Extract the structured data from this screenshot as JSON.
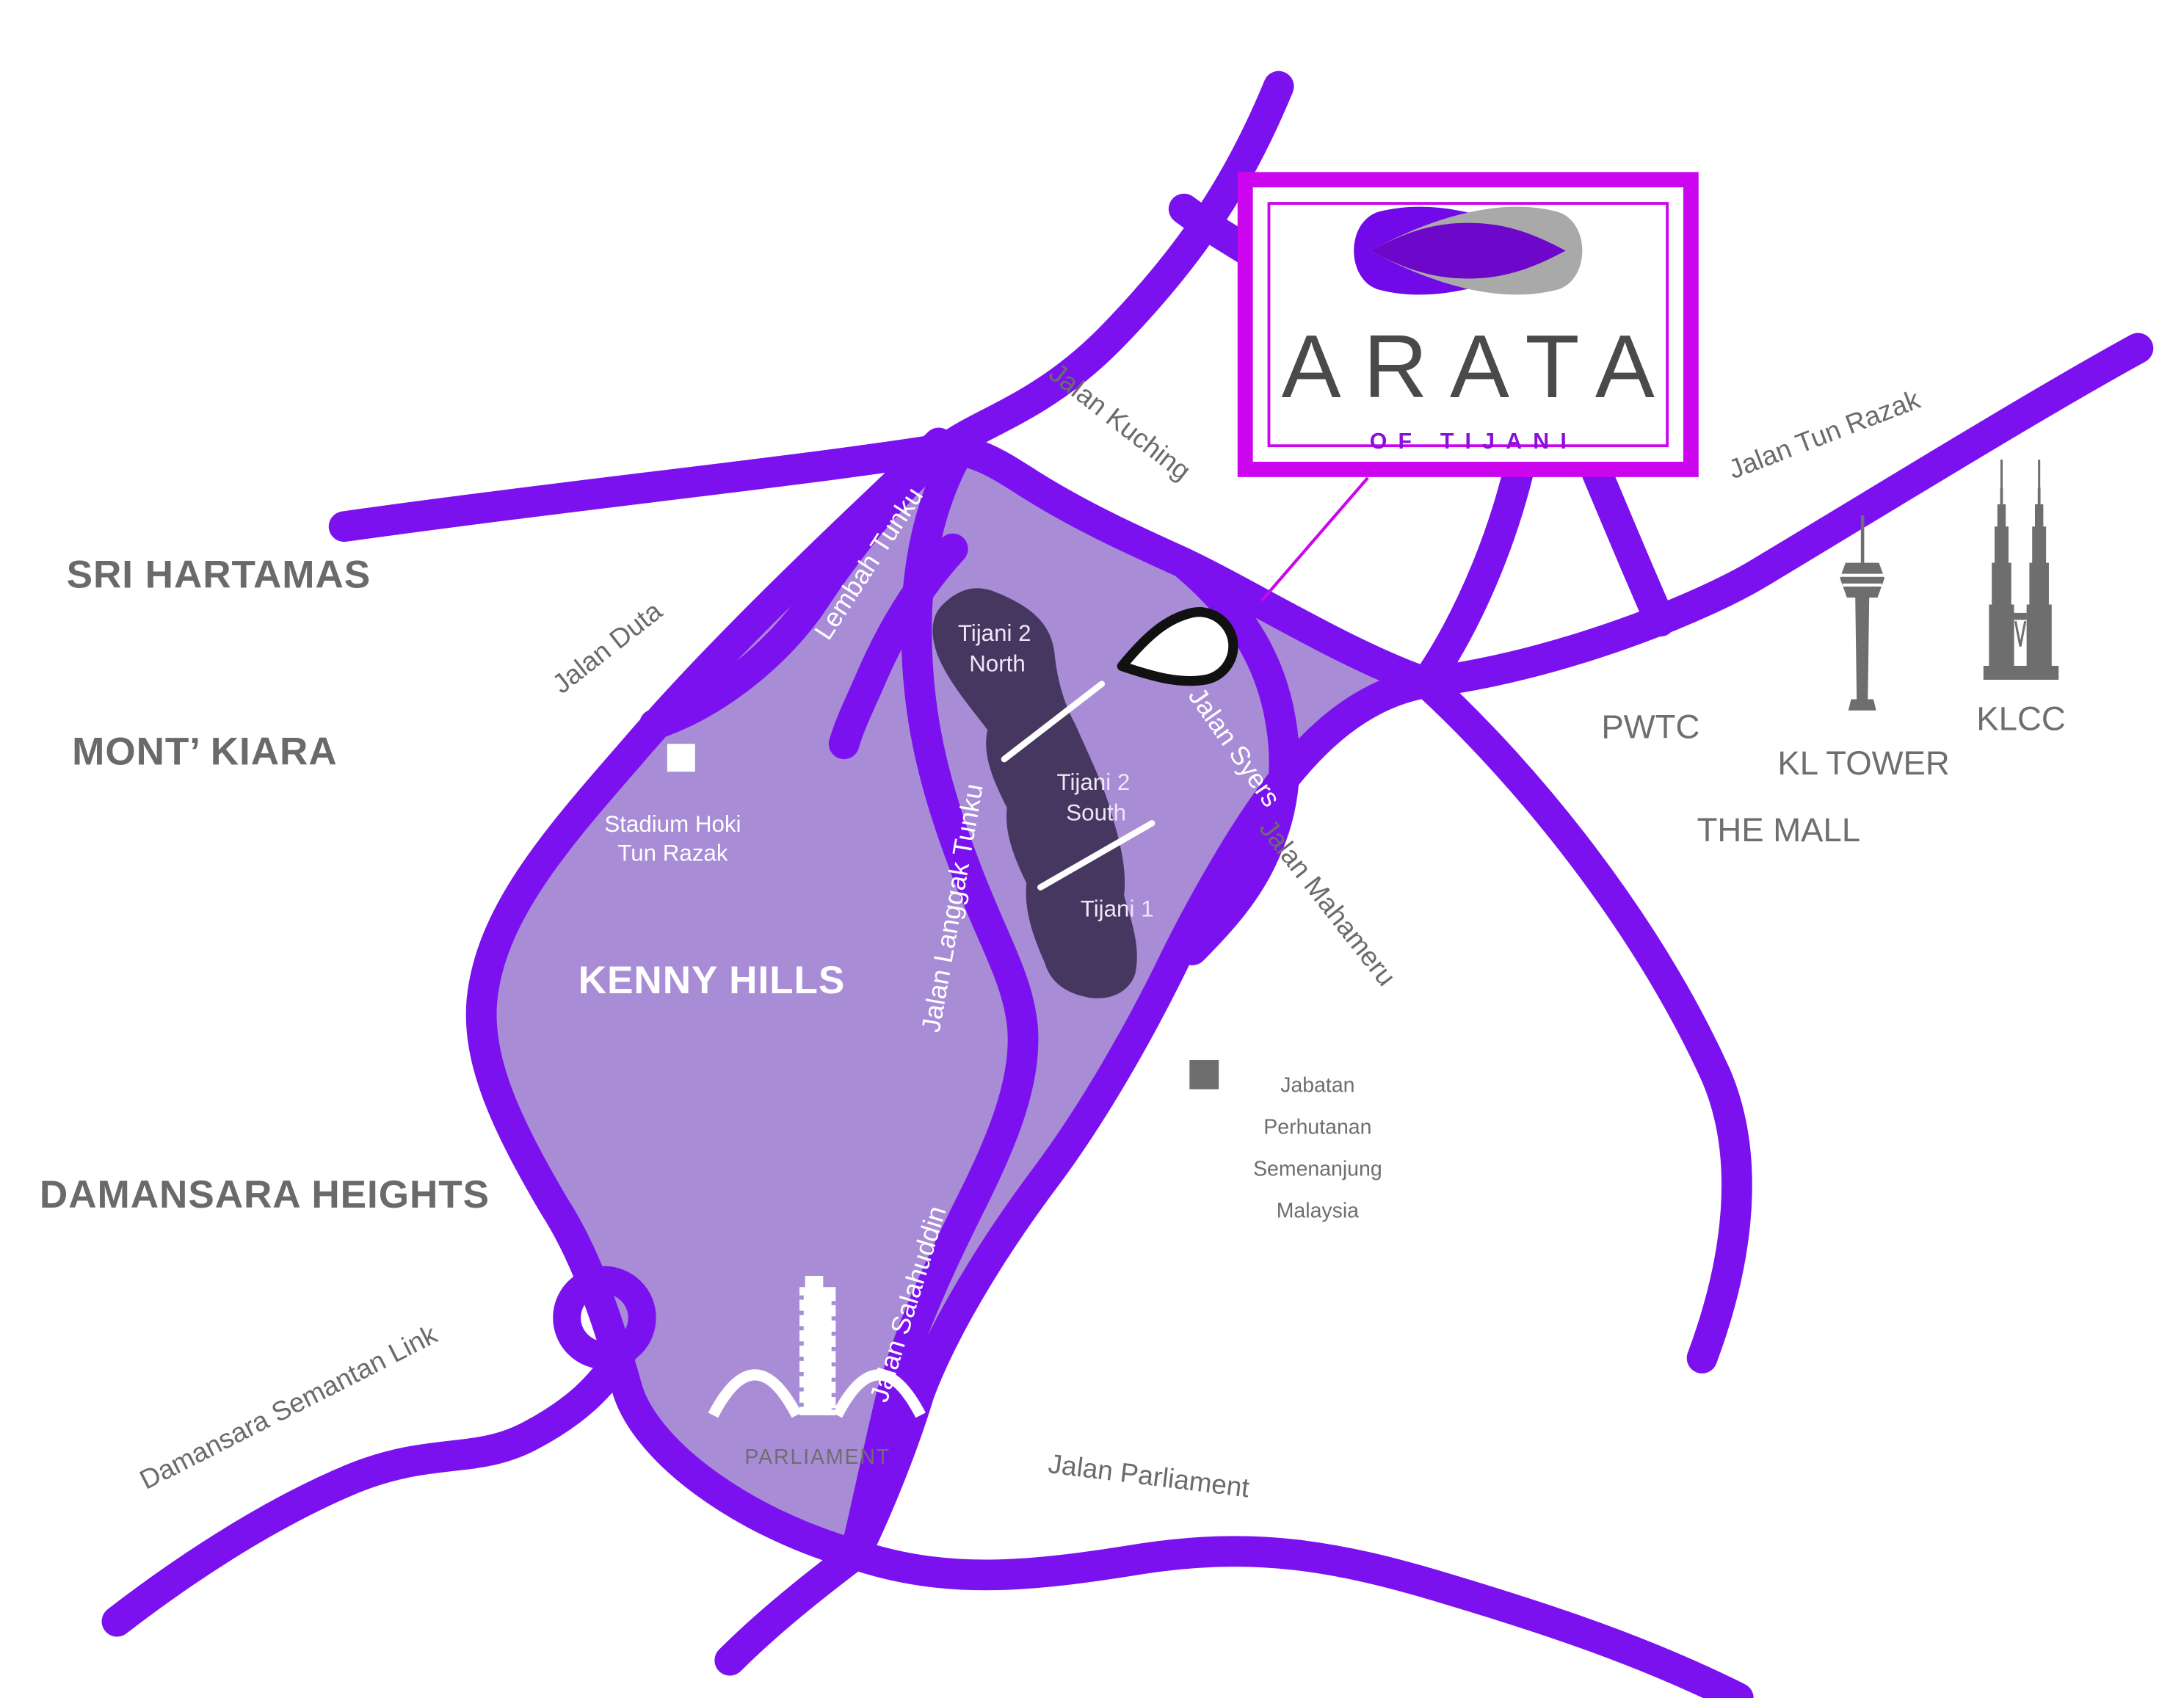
{
  "title": "ARATA of Tijani location map",
  "colors": {
    "road_violet": "#7c11ef",
    "area_fill": "#a88cd6",
    "parcel_fill": "#453760",
    "frame_magenta": "#cb06ee",
    "logo_purple": "#7209e8",
    "logo_gray": "#a9a9a9",
    "logo_overlap": "#6d07c9",
    "label_gray": "#6b6b6b",
    "brand_text": "#4a4a4a",
    "subtitle_purple": "#8a10d8",
    "marker_black": "#111111",
    "white": "#ffffff"
  },
  "logo": {
    "brand": "ARATA",
    "subtitle": "OF TIJANI"
  },
  "areas": [
    {
      "id": "sri-hartamas",
      "label": "SRI HARTAMAS"
    },
    {
      "id": "mont-kiara",
      "label": "MONT’ KIARA"
    },
    {
      "id": "damansara-heights",
      "label": "DAMANSARA HEIGHTS"
    },
    {
      "id": "kenny-hills",
      "label": "KENNY HILLS"
    }
  ],
  "roads": [
    {
      "id": "jalan-kuching",
      "label": "Jalan Kuching"
    },
    {
      "id": "jalan-duta",
      "label": "Jalan Duta"
    },
    {
      "id": "lembah-tunku",
      "label": "Lembah Tunku"
    },
    {
      "id": "jalan-tun-razak",
      "label": "Jalan Tun Razak"
    },
    {
      "id": "jalan-syers",
      "label": "Jalan Syers"
    },
    {
      "id": "jalan-mahameru",
      "label": "Jalan Mahameru"
    },
    {
      "id": "jalan-langgak-tunku",
      "label": "Jalan Langgak Tunku"
    },
    {
      "id": "jalan-salahuddin",
      "label": "Jalan Salahuddin"
    },
    {
      "id": "jalan-parliament",
      "label": "Jalan Parliament"
    },
    {
      "id": "damansara-semantan-link",
      "label": "Damansara Semantan Link"
    }
  ],
  "landmarks": [
    {
      "id": "pwtc",
      "label": "PWTC"
    },
    {
      "id": "kl-tower",
      "label": "KL TOWER"
    },
    {
      "id": "klcc",
      "label": "KLCC"
    },
    {
      "id": "the-mall",
      "label": "THE MALL"
    },
    {
      "id": "parliament",
      "label": "PARLIAMENT"
    },
    {
      "id": "stadium-hoki",
      "lines": [
        "Stadium Hoki",
        "Tun Razak"
      ]
    },
    {
      "id": "jabatan-perhutanan",
      "lines": [
        "Jabatan",
        "Perhutanan",
        "Semenanjung",
        "Malaysia"
      ]
    }
  ],
  "parcels": [
    {
      "id": "tijani-2-north",
      "lines": [
        "Tijani 2",
        "North"
      ]
    },
    {
      "id": "tijani-2-south",
      "lines": [
        "Tijani 2",
        "South"
      ]
    },
    {
      "id": "tijani-1",
      "lines": [
        "Tijani 1"
      ]
    }
  ],
  "icons": [
    "location-teardrop-marker",
    "kl-tower-icon",
    "klcc-towers-icon",
    "parliament-building-icon",
    "stadium-square-marker",
    "jabatan-square-marker",
    "logo-lens-mark"
  ]
}
